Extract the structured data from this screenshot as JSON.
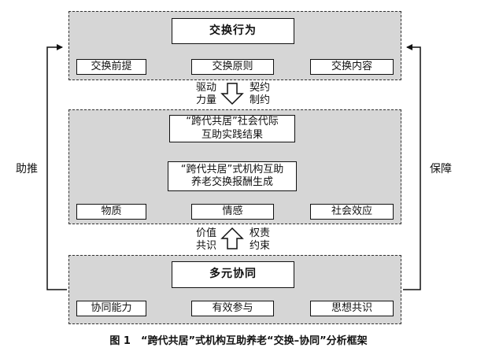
{
  "top": {
    "title": "交换行为",
    "items": [
      "交换前提",
      "交换原则",
      "交换内容"
    ]
  },
  "arrow1": {
    "left_label": "驱动\n力量",
    "right_label": "契约\n制约"
  },
  "middle": {
    "box1": "“跨代共居”社会代际\n互助实践结果",
    "box2": "“跨代共居”式机构互助\n养老交换报酬生成",
    "items": [
      "物质",
      "情感",
      "社会效应"
    ]
  },
  "arrow2": {
    "left_label": "价值\n共识",
    "right_label": "权责\n约束"
  },
  "bottom": {
    "title": "多元协同",
    "items": [
      "协同能力",
      "有效参与",
      "思想共识"
    ]
  },
  "side": {
    "left": "助推",
    "right": "保障"
  },
  "caption": "图 1　“跨代共居”式机构互助养老“交换–协同”分析框架",
  "colors": {
    "panel": "#d6d6d6",
    "line": "#111111",
    "box": "#ffffff"
  }
}
